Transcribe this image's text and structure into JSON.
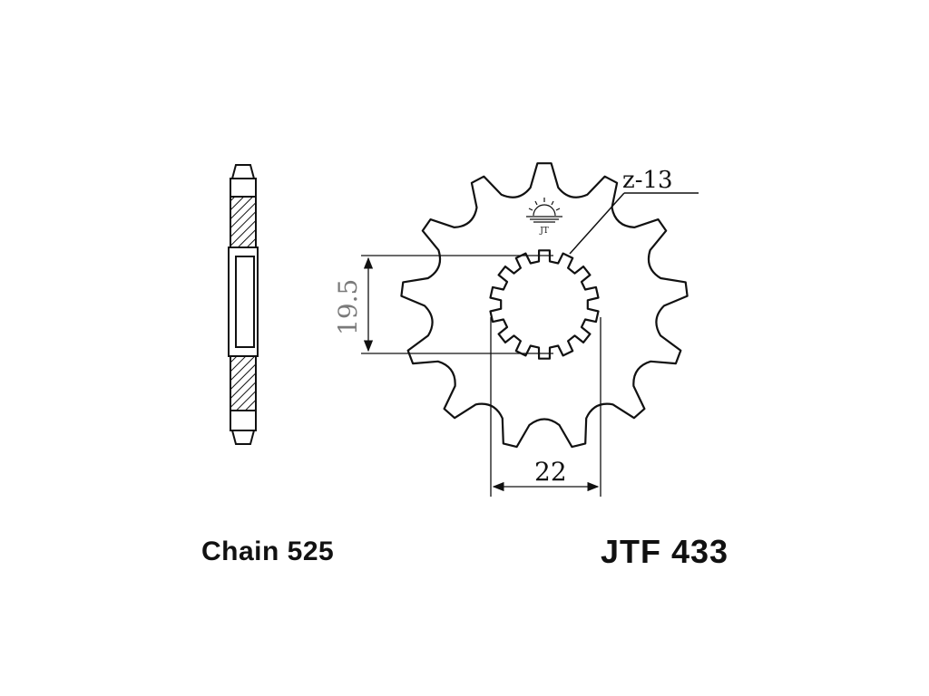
{
  "labels": {
    "chain": "Chain 525",
    "part_number": "JTF 433"
  },
  "dimensions": {
    "teeth_count": "z-13",
    "inner_height": "19.5",
    "spline_width": "22"
  },
  "geometry": {
    "teeth": 13,
    "splines": 14
  },
  "logo": {
    "mark": "JT"
  },
  "colors": {
    "line": "#111111",
    "dim_gray": "#7a7a7a",
    "background": "#ffffff"
  }
}
